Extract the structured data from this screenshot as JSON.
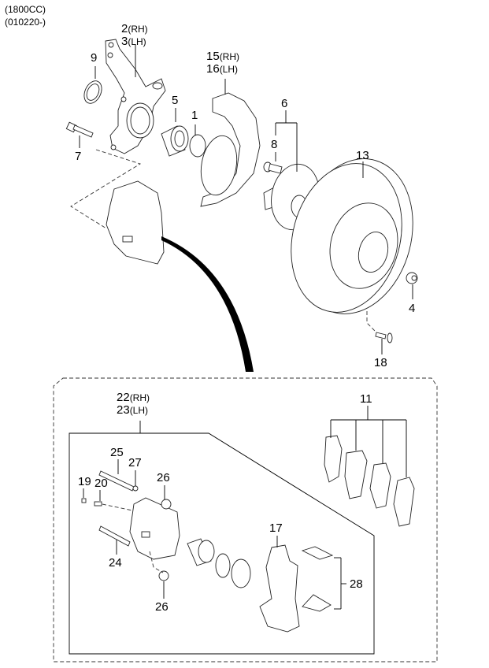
{
  "header": {
    "engine": "(1800CC)",
    "serial": "(010220-)"
  },
  "callouts": {
    "p1": "1",
    "p2_3": {
      "a": "2",
      "a_side": "(RH)",
      "b": "3",
      "b_side": "(LH)"
    },
    "p4": "4",
    "p5": "5",
    "p6": "6",
    "p7": "7",
    "p8": "8",
    "p9": "9",
    "p11": "11",
    "p13": "13",
    "p15_16": {
      "a": "15",
      "a_side": "(RH)",
      "b": "16",
      "b_side": "(LH)"
    },
    "p17": "17",
    "p18": "18",
    "p19": "19",
    "p20": "20",
    "p22_23": {
      "a": "22",
      "a_side": "(RH)",
      "b": "23",
      "b_side": "(LH)"
    },
    "p24": "24",
    "p25": "25",
    "p26a": "26",
    "p26b": "26",
    "p27": "27",
    "p28": "28"
  }
}
